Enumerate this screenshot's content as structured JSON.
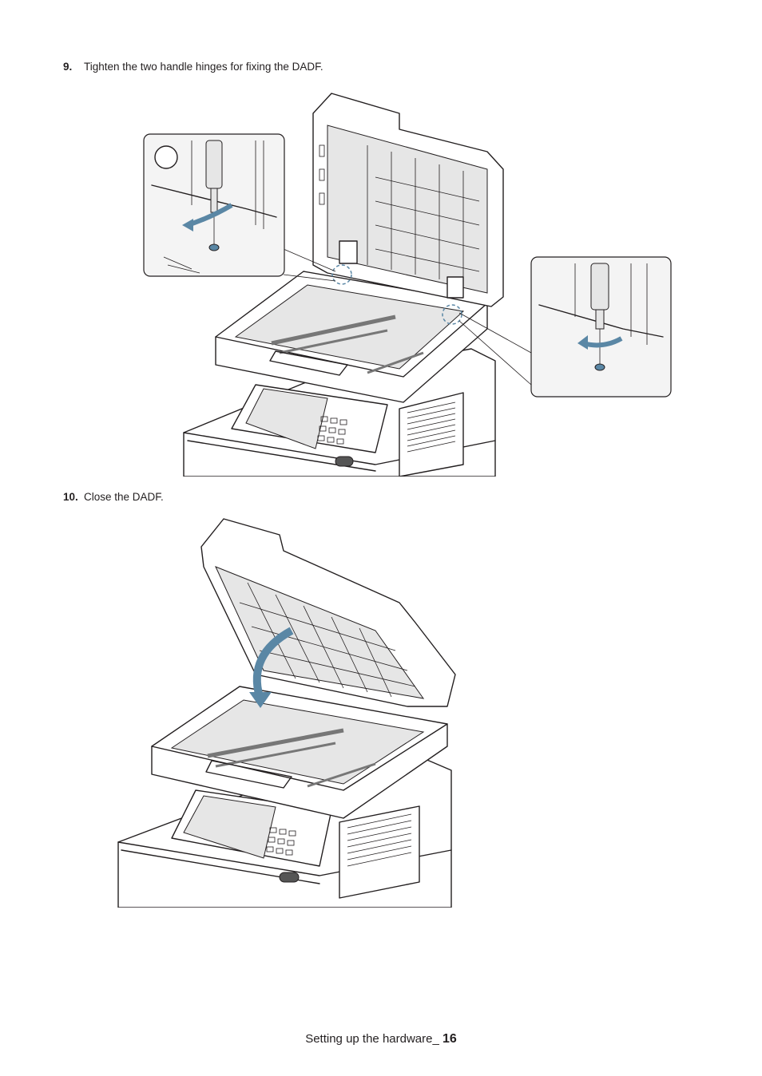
{
  "steps": [
    {
      "number": "9.",
      "text": "Tighten the two handle hinges for fixing the DADF."
    },
    {
      "number": "10.",
      "text": "Close the DADF."
    }
  ],
  "footer": {
    "section": "Setting up the hardware_ ",
    "page": "16"
  },
  "colors": {
    "text": "#231f20",
    "arrow": "#5a87a5",
    "callout_fill": "#ececec"
  }
}
